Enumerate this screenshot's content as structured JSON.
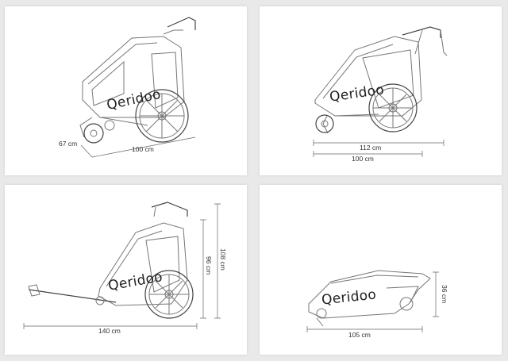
{
  "brand": {
    "logo_text": "Qeridoo"
  },
  "panels": [
    {
      "dims": {
        "width": "67 cm",
        "length": "100 cm"
      }
    },
    {
      "dims": {
        "length_extended": "112 cm",
        "length": "100 cm"
      }
    },
    {
      "dims": {
        "length": "140 cm",
        "height": "96 cm",
        "height_max": "108 cm"
      }
    },
    {
      "dims": {
        "length": "105 cm",
        "height": "36 cm"
      }
    }
  ]
}
